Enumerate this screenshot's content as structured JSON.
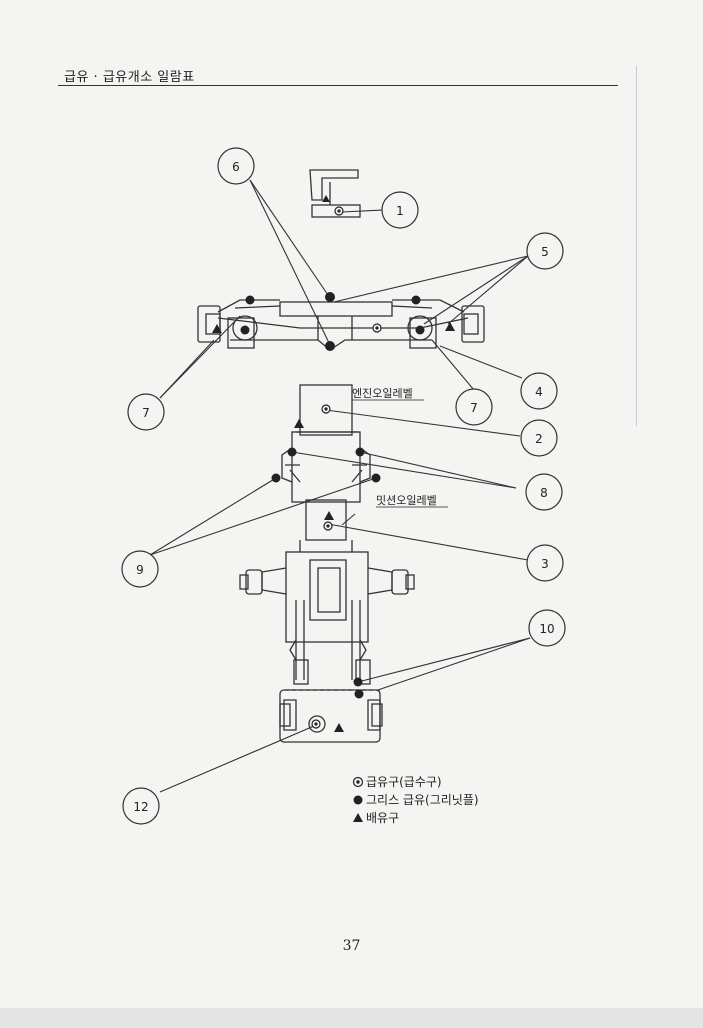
{
  "header": {
    "title": "급유 · 급유개소 일람표"
  },
  "callouts": {
    "c1": "1",
    "c2": "2",
    "c3": "3",
    "c4": "4",
    "c5": "5",
    "c6": "6",
    "c7a": "7",
    "c7b": "7",
    "c8": "8",
    "c9": "9",
    "c10": "10",
    "c12": "12"
  },
  "labels": {
    "engine_oil_level": "엔진오일레벨",
    "mission_oil_level": "밋션오일레벨"
  },
  "legend": {
    "fill_port": "급유구(급수구)",
    "grease_fill": "그리스 급유(그리닛플)",
    "drain_port": "배유구"
  },
  "page": {
    "number": "37"
  }
}
